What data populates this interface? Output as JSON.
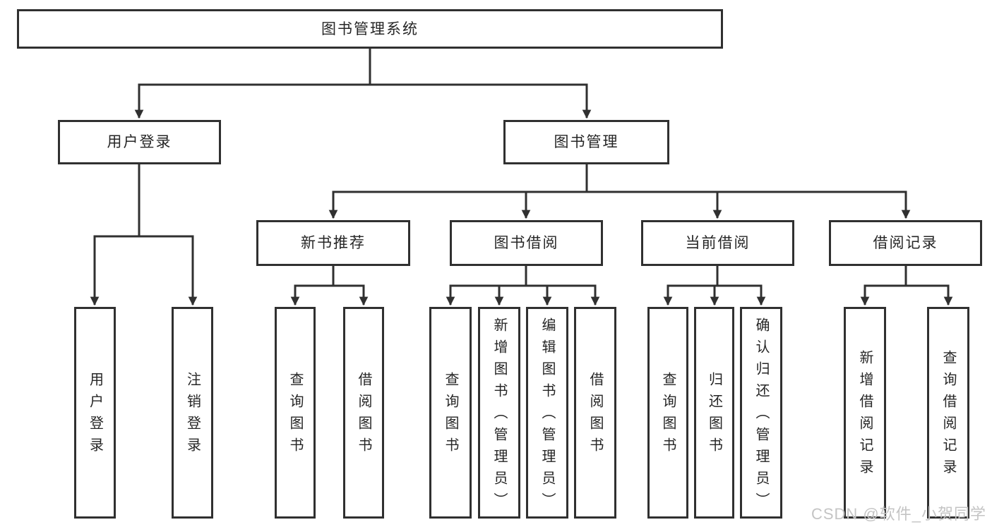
{
  "tree": {
    "root": {
      "label": "图书管理系统"
    },
    "branches": [
      {
        "label": "用户登录",
        "children": [
          {
            "label": "用户登录"
          },
          {
            "label": "注销登录"
          }
        ]
      },
      {
        "label": "图书管理",
        "children": [
          {
            "label": "新书推荐",
            "children": [
              {
                "label": "查询图书"
              },
              {
                "label": "借阅图书"
              }
            ]
          },
          {
            "label": "图书借阅",
            "children": [
              {
                "label": "查询图书"
              },
              {
                "label": "新增图书（管理员）"
              },
              {
                "label": "编辑图书（管理员）"
              },
              {
                "label": "借阅图书"
              }
            ]
          },
          {
            "label": "当前借阅",
            "children": [
              {
                "label": "查询图书"
              },
              {
                "label": "归还图书"
              },
              {
                "label": "确认归还（管理员）"
              }
            ]
          },
          {
            "label": "借阅记录",
            "children": [
              {
                "label": "新增借阅记录"
              },
              {
                "label": "查询借阅记录"
              }
            ]
          }
        ]
      }
    ]
  },
  "watermark": {
    "text": "CSDN @软件_小贺同学"
  },
  "colors": {
    "line": "#303030",
    "box_fill": "#ffffff",
    "text": "#262626",
    "watermark": "#c4c4c4",
    "background": "#ffffff"
  }
}
